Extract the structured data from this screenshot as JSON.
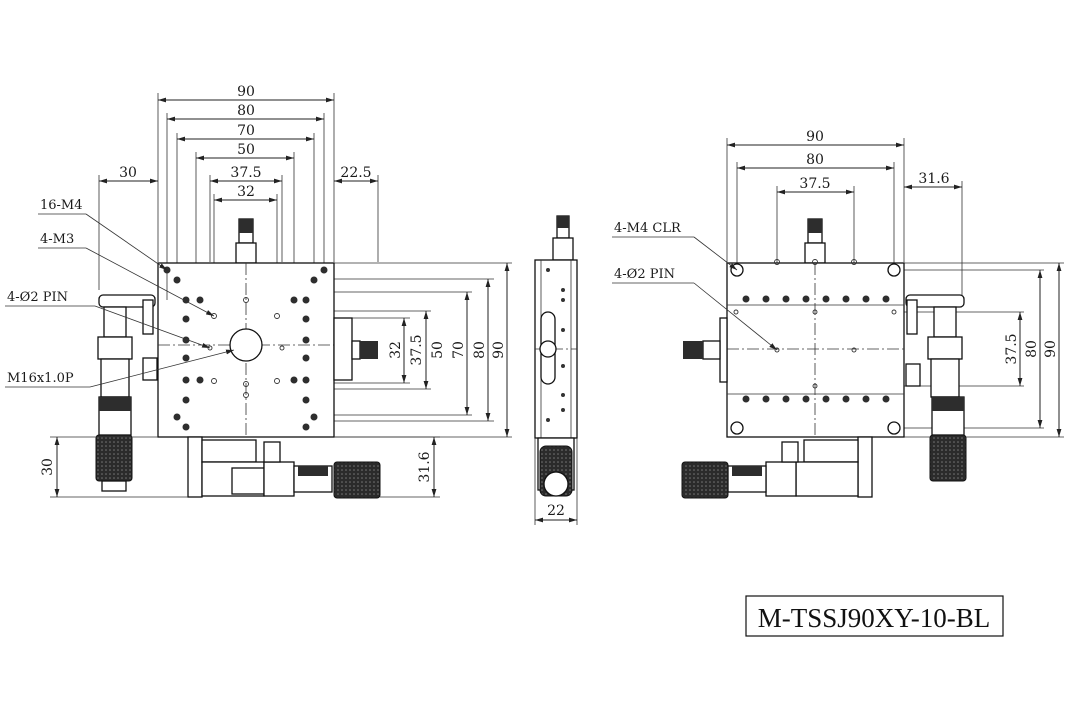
{
  "model_code": "M-TSSJ90XY-10-BL",
  "front_view": {
    "top_dims": [
      "90",
      "80",
      "70",
      "50",
      "37.5",
      "32"
    ],
    "left_offset": "30",
    "right_offset": "22.5",
    "right_dims": [
      "32",
      "37.5",
      "50",
      "70",
      "80",
      "90"
    ],
    "bottom_left_dim": "30",
    "bottom_right_dim": "31.6",
    "callouts": [
      "16-M4",
      "4-M3",
      "4-Ø2 PIN",
      "M16x1.0P"
    ]
  },
  "side_view": {
    "bottom_dim": "22"
  },
  "rear_view": {
    "top_dims": [
      "90",
      "80",
      "37.5"
    ],
    "right_offset": "31.6",
    "right_dims": [
      "37.5",
      "80",
      "90"
    ],
    "callouts": [
      "4-M4 CLR",
      "4-Ø2 PIN"
    ]
  }
}
